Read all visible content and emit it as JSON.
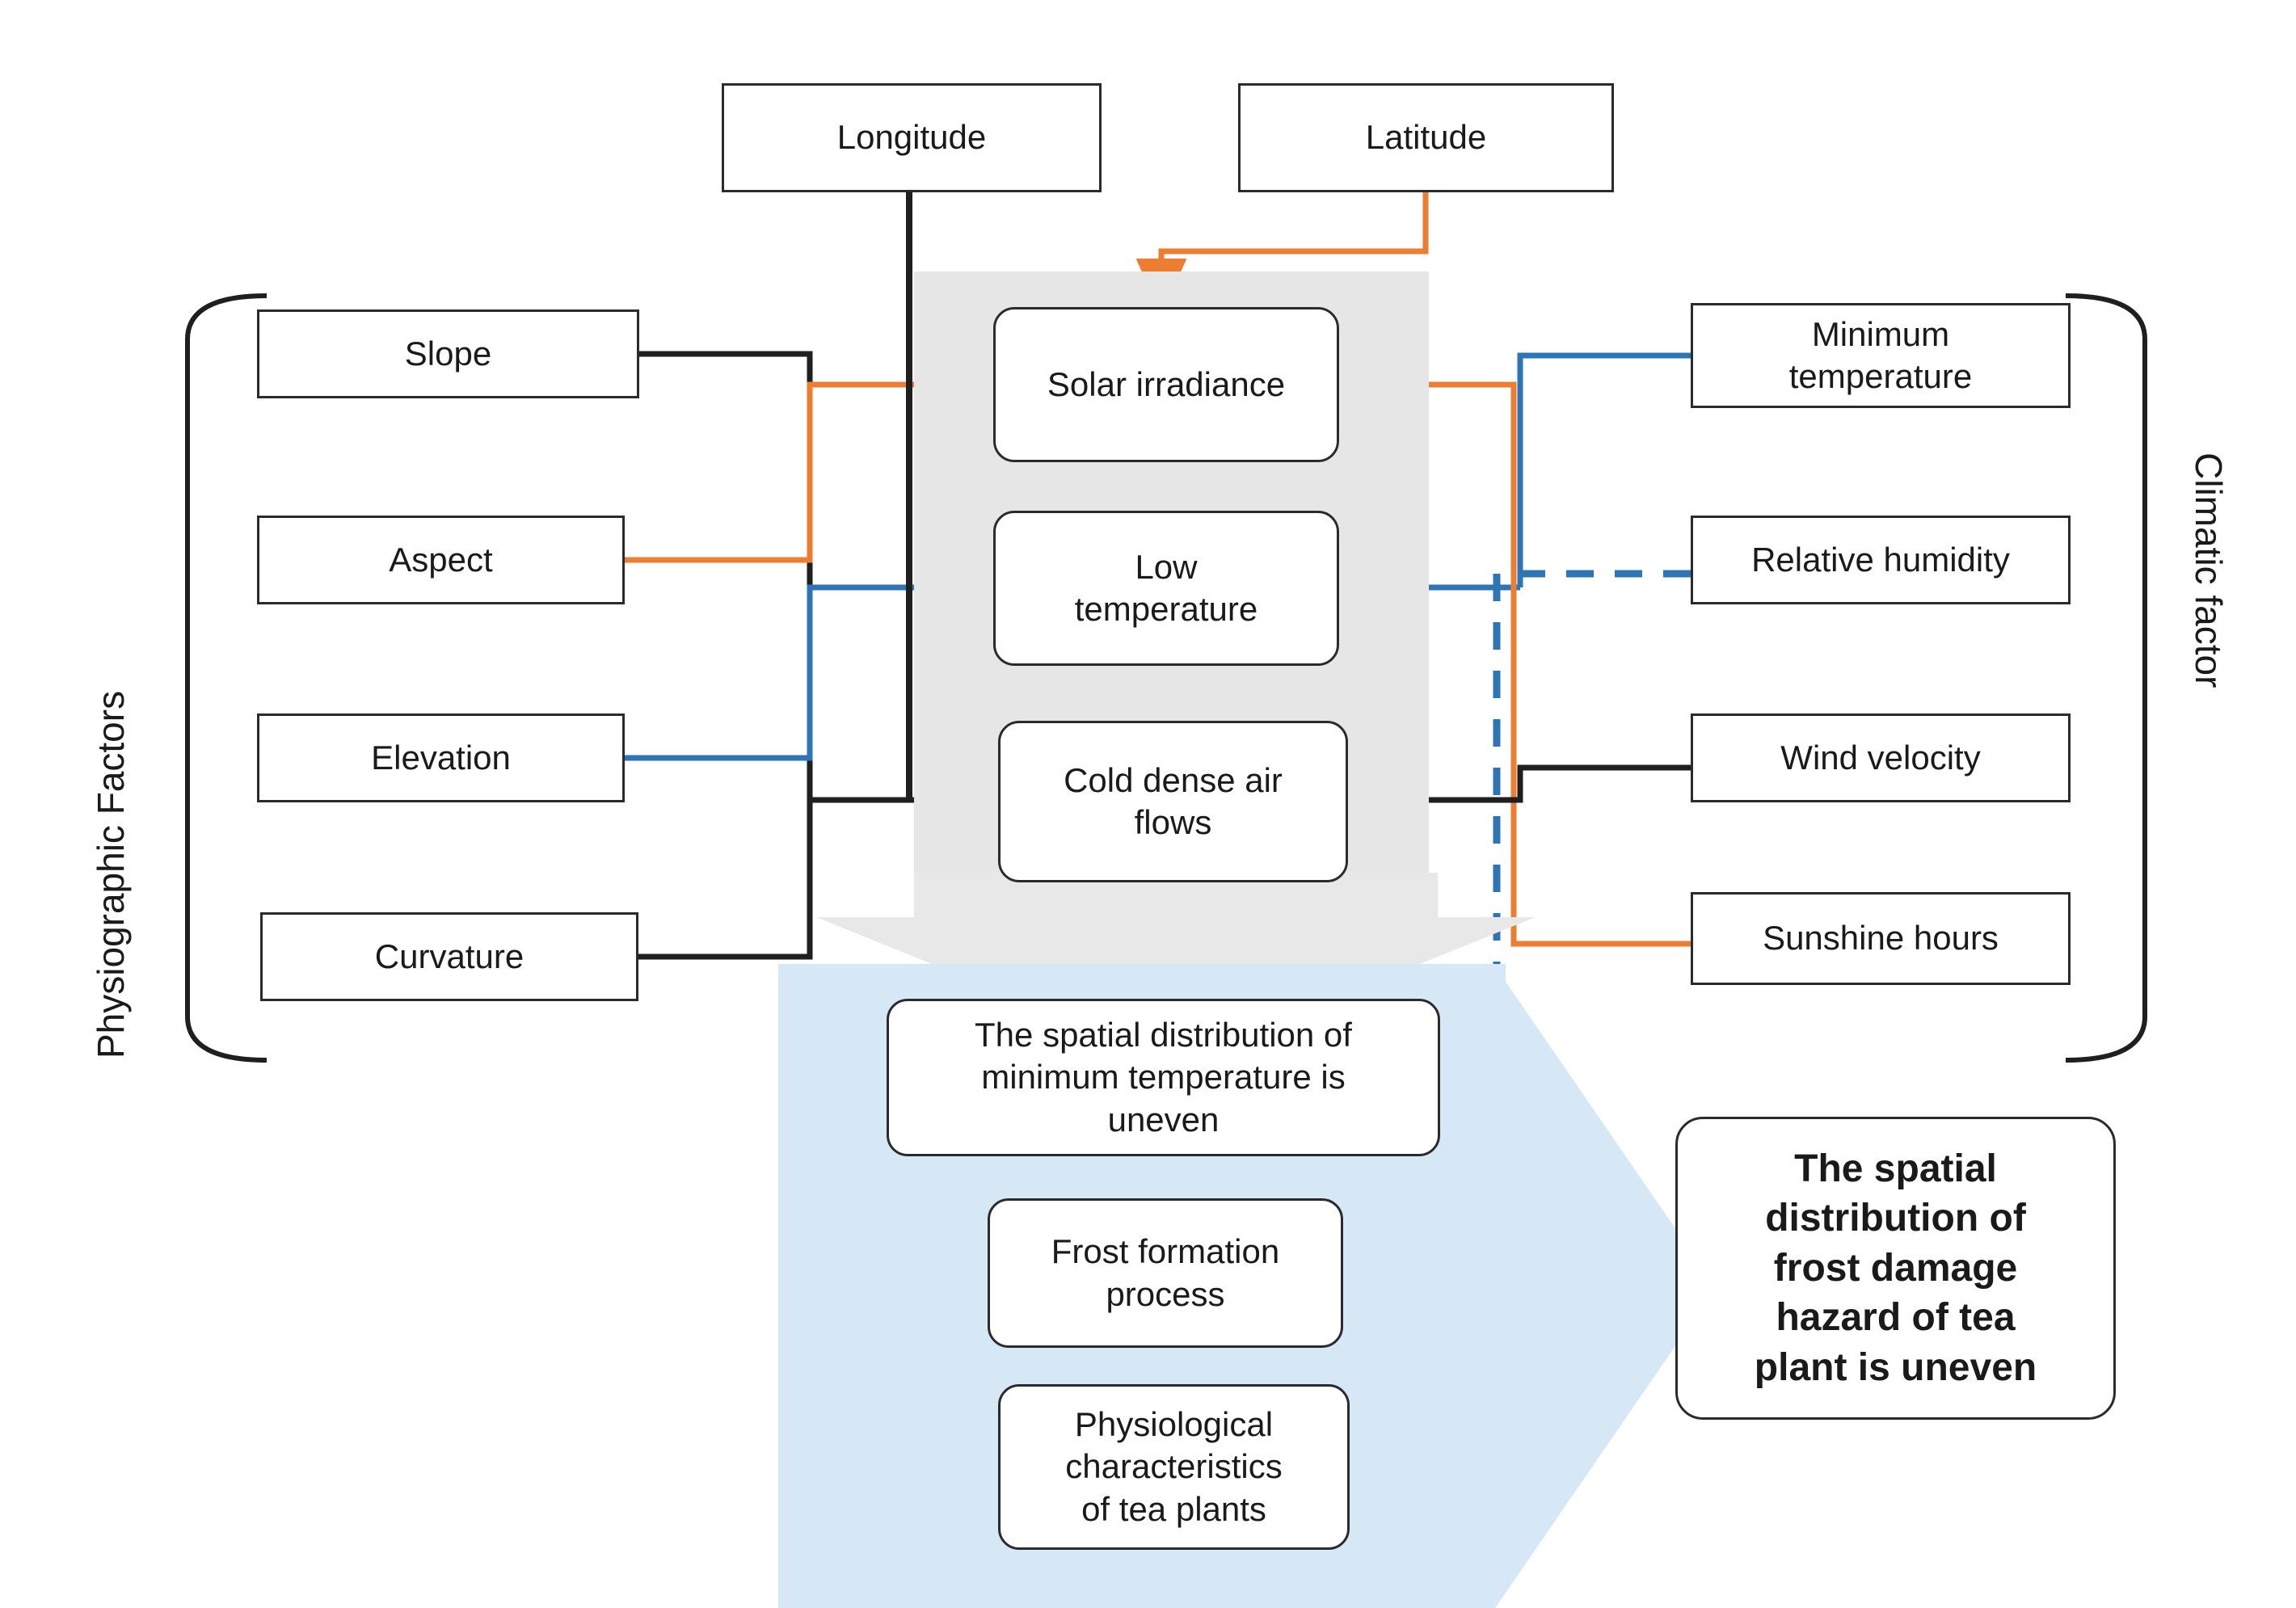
{
  "diagram": {
    "title_semantic": "conceptual framework of tea plant frost damage hazard",
    "colors": {
      "orange": "#ED7D31",
      "blue": "#2E75B6",
      "black": "#1F1F1F",
      "gray_panel": "#E6E6E6",
      "blue_panel": "#D6E7F5",
      "gray_arrow": "#E8E8E8",
      "blue_arrow": "#D6E7F5"
    }
  },
  "groups": {
    "left_label": "Physiographic Factors",
    "right_label": "Climatic factor"
  },
  "top_inputs": [
    {
      "id": "longitude",
      "label": "Longitude"
    },
    {
      "id": "latitude",
      "label": "Latitude"
    }
  ],
  "physiographic_factors": [
    {
      "id": "slope",
      "label": "Slope"
    },
    {
      "id": "aspect",
      "label": "Aspect"
    },
    {
      "id": "elevation",
      "label": "Elevation"
    },
    {
      "id": "curvature",
      "label": "Curvature"
    }
  ],
  "climatic_factors": [
    {
      "id": "minimum-temperature",
      "label": "Minimum\ntemperature"
    },
    {
      "id": "relative-humidity",
      "label": "Relative humidity"
    },
    {
      "id": "wind-velocity",
      "label": "Wind velocity"
    },
    {
      "id": "sunshine-hours",
      "label": "Sunshine hours"
    }
  ],
  "processes": [
    {
      "id": "solar-irradiance",
      "label": "Solar irradiance"
    },
    {
      "id": "low-temperature",
      "label": "Low\ntemperature"
    },
    {
      "id": "cold-dense-air-flows",
      "label": "Cold dense air\nflows"
    }
  ],
  "outcomes": [
    {
      "id": "min-temp-uneven",
      "label": "The spatial distribution of\nminimum temperature is\nuneven"
    },
    {
      "id": "frost-formation-process",
      "label": "Frost formation\nprocess"
    },
    {
      "id": "physiological-characteristics",
      "label": "Physiological\ncharacteristics\nof tea plants"
    }
  ],
  "conclusion": {
    "id": "conclusion",
    "label": "The spatial\ndistribution of\nfrost damage\nhazard of tea\nplant is uneven"
  }
}
